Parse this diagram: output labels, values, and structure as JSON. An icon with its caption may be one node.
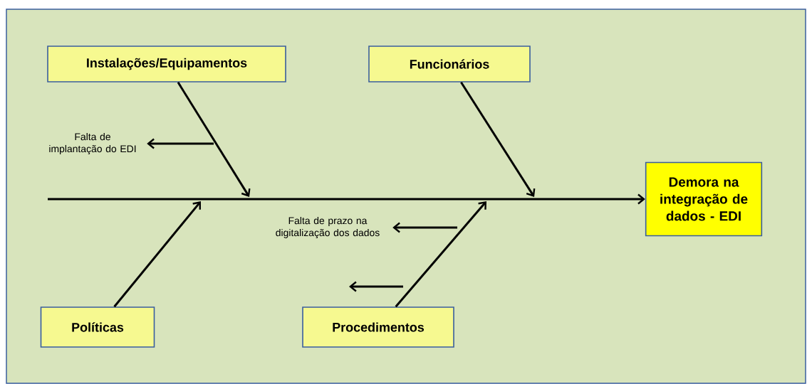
{
  "diagram": {
    "nodes": [
      {
        "text": [
          "Instalações/Equipamentos"
        ]
      },
      {
        "text": [
          "Funcionários"
        ]
      },
      {
        "text": [
          "Políticas"
        ]
      },
      {
        "text": [
          "Procedimentos"
        ]
      },
      {
        "text": [
          "Demora na integração de dados - EDI"
        ]
      },
      {
        "text": [
          "Falta de implantação do EDI"
        ]
      },
      {
        "text": [
          "Falta de prazo na digitalização dos dados"
        ]
      }
    ],
    "edges": [
      {
        "from": null,
        "to": 4,
        "arrow": "to"
      },
      {
        "from": 0,
        "to": null,
        "arrow": "to"
      },
      {
        "from": 1,
        "to": null,
        "arrow": "to"
      },
      {
        "from": 2,
        "to": null,
        "arrow": "to"
      },
      {
        "from": 3,
        "to": null,
        "arrow": "to"
      },
      {
        "from": null,
        "to": 5,
        "arrow": "to"
      },
      {
        "from": null,
        "to": 6,
        "arrow": "to"
      }
    ]
  }
}
